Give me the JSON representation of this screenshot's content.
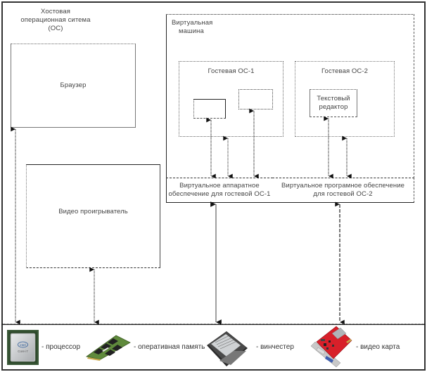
{
  "host_os": {
    "label_lines": [
      "Хостовая",
      "операционная ситема",
      "(ОС)"
    ]
  },
  "apps": {
    "browser": "Браузер",
    "video_player": "Видео проигрыватель"
  },
  "virtual_machine": {
    "label_lines": [
      "Виртуальная",
      "машина"
    ],
    "guest_os_1": {
      "title": "Гостевая ОС-1"
    },
    "guest_os_2": {
      "title": "Гостевая ОС-2",
      "app_lines": [
        "Текстовый",
        "редактор"
      ]
    },
    "virtual_hw_1_lines": [
      "Виртуальное аппаратное",
      "обеспечение для гостевой ОС-1"
    ],
    "virtual_hw_2_lines": [
      "Виртуальное програмное обеспечение",
      "для гостевой ОС-2"
    ]
  },
  "hardware": [
    {
      "icon": "cpu-icon",
      "label": "- процессор",
      "chip_brand": "intel",
      "chip_model": "Core i7"
    },
    {
      "icon": "ram-icon",
      "label": "- оперативная память"
    },
    {
      "icon": "hard-drive-icon",
      "label": "- винчестер"
    },
    {
      "icon": "video-card-icon",
      "label": "- видео карта"
    }
  ]
}
